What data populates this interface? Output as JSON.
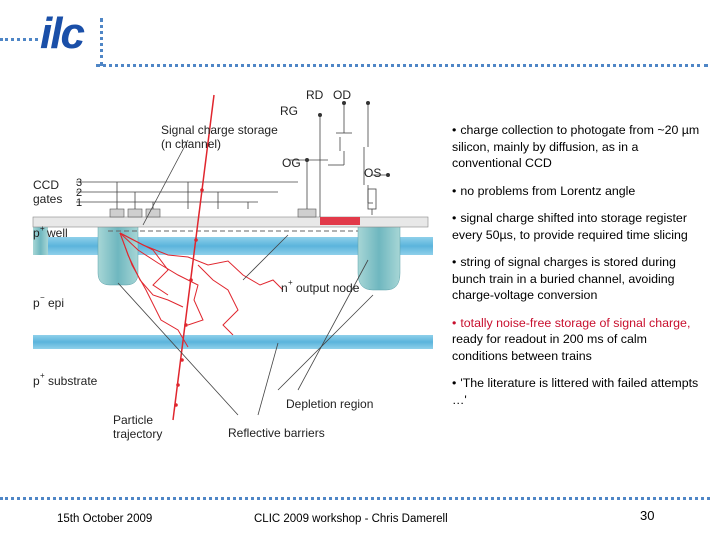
{
  "header": {
    "logo_text": "ilc",
    "accent_color": "#4f86c6",
    "logo_color": "#1a4fa8"
  },
  "diagram": {
    "labels": {
      "rd": "RD",
      "od": "OD",
      "rg": "RG",
      "og": "OG",
      "os": "OS",
      "signal_storage_1": "Signal charge storage",
      "signal_storage_2": "(n channel)",
      "ccd_gates_1": "CCD",
      "ccd_gates_2": "gates",
      "gate_3": "3",
      "gate_2": "2",
      "gate_1": "1",
      "p_well_sup": "+",
      "p_well": "well",
      "n_output_sup": "+",
      "n_output": "output node",
      "p_epi_sup": "−",
      "p_epi": "epi",
      "p_substrate_sup": "+",
      "p_substrate": "substrate",
      "particle_1": "Particle",
      "particle_2": "trajectory",
      "depletion": "Depletion region",
      "reflective": "Reflective barriers",
      "p_letter": "p",
      "n_letter": "n"
    }
  },
  "bullets": [
    {
      "text": "charge collection to photogate from ~20 µm silicon, mainly by diffusion, as in a conventional CCD"
    },
    {
      "text": "no problems from Lorentz angle"
    },
    {
      "text": "signal charge shifted into storage register every 50µs, to provide required time slicing"
    },
    {
      "text": "string of signal charges is stored during bunch train in a buried channel, avoiding charge-voltage conversion"
    },
    {
      "highlight": "totally noise-free storage of signal charge,",
      "text": " ready for readout in 200 ms of calm conditions between trains"
    },
    {
      "text": "'The literature is littered with failed attempts …'"
    }
  ],
  "bullet_symbol": "•",
  "footer": {
    "date": "15th October 2009",
    "title": "CLIC 2009 workshop - Chris Damerell",
    "page": "30"
  }
}
